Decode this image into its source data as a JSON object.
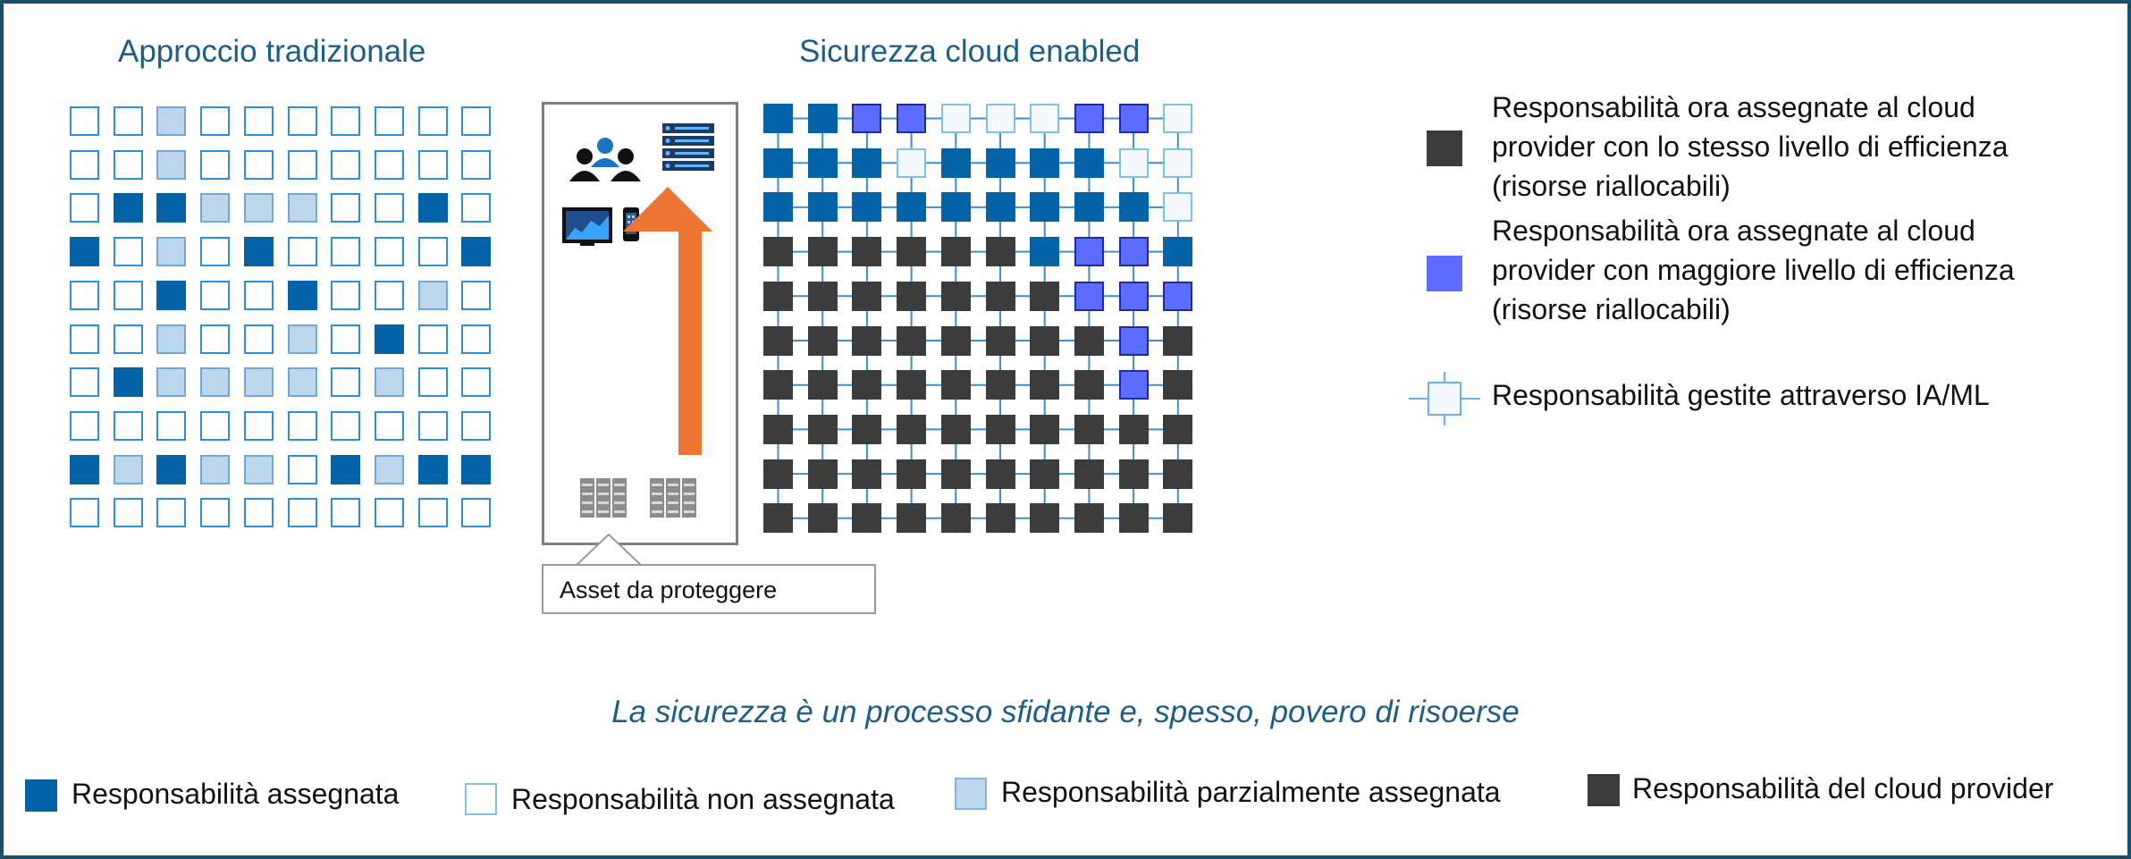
{
  "titles": {
    "left": "Approccio tradizionale",
    "right": "Sicurezza cloud enabled"
  },
  "colors": {
    "assigned": "#0563a8",
    "unassigned_border": "#2f8fd6",
    "partial": "#bdd6ec",
    "provider": "#3c3c3c",
    "provider_efficient": "#5b6cff",
    "line": "#3a8fd0",
    "arrow": "#ed7533",
    "icon_blue": "#1b73c4",
    "rack_gray": "#8c8c8c"
  },
  "grid_left": [
    "uupuuuuuuu",
    "uupuuuuuuu",
    "uaapppuuau",
    "aupuauuuua",
    "uuauuauupu",
    "uupuupuauu",
    "uappppupuu",
    "uuuuuuuuuu",
    "apappuapaa",
    "uuuuuuuuuu"
  ],
  "grid_right": [
    "aaeeuuueeu",
    "aaauaaaauu",
    "aaaaaaaaau",
    "ddddddaeea",
    "dddddddeee",
    "dddddddded",
    "dddddddded",
    "dddddddddd",
    "dddddddddd",
    "dddddddddd"
  ],
  "asset": {
    "callout_label": "Asset da proteggere",
    "icons": [
      "people-icon",
      "server-icon",
      "monitor-chart-icon",
      "phone-icon",
      "server-rack-icon"
    ]
  },
  "legend_right": [
    {
      "icon": "provider-square",
      "text": "Responsabilità ora assegnate al cloud provider con lo stesso livello di efficienza (risorse riallocabili)"
    },
    {
      "icon": "provider-efficient-square",
      "text": "Responsabilità ora assegnate al cloud provider con maggiore livello di efficienza (risorse riallocabili)"
    },
    {
      "icon": "ai-ml-node",
      "text": "Responsabilità gestite attraverso IA/ML"
    }
  ],
  "subtitle": "La sicurezza è un processo sfidante e, spesso, povero di risoerse",
  "legend_bottom": [
    {
      "key": "assigned",
      "label": "Responsabilità assegnata"
    },
    {
      "key": "unassigned",
      "label": "Responsabilità non assegnata"
    },
    {
      "key": "partial",
      "label": "Responsabilità parzialmente assegnata"
    },
    {
      "key": "provider",
      "label": "Responsabilità del cloud provider"
    }
  ]
}
